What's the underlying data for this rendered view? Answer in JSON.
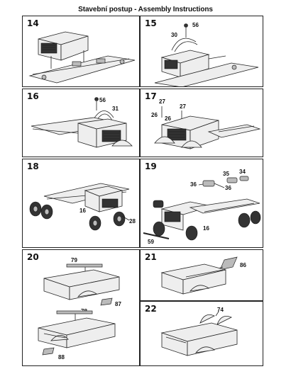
{
  "header": {
    "title": "Stavební postup - Assembly Instructions"
  },
  "steps": [
    {
      "number": "14",
      "parts": []
    },
    {
      "number": "15",
      "parts": [
        "56",
        "30"
      ]
    },
    {
      "number": "16",
      "parts": [
        "56",
        "31"
      ]
    },
    {
      "number": "17",
      "parts": [
        "27",
        "27",
        "26",
        "26"
      ]
    },
    {
      "number": "18",
      "parts": [
        "16",
        "28"
      ]
    },
    {
      "number": "19",
      "parts": [
        "35",
        "34",
        "36",
        "36",
        "16",
        "59"
      ]
    },
    {
      "number": "20",
      "parts": [
        "79",
        "87",
        "78",
        "88"
      ]
    },
    {
      "number": "21",
      "parts": [
        "86"
      ]
    },
    {
      "number": "22",
      "parts": [
        "74"
      ]
    }
  ]
}
